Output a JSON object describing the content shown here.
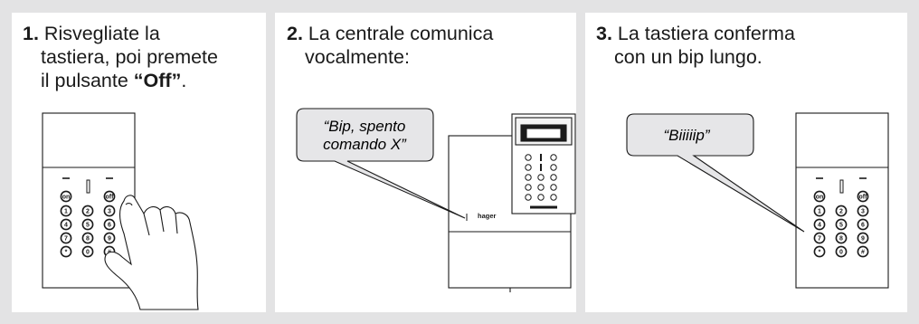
{
  "steps": [
    {
      "number": "1.",
      "lines": [
        "Risvegliate la",
        "tastiera, poi premete",
        "il pulsante "
      ],
      "keyword": "“Off”",
      "end": "."
    },
    {
      "number": "2.",
      "lines": [
        "La centrale comunica",
        "vocalmente:"
      ]
    },
    {
      "number": "3.",
      "lines": [
        "La tastiera conferma",
        "con un bip lungo."
      ]
    }
  ],
  "speech": {
    "central": [
      "“Bip, spento",
      "comando X”"
    ],
    "keypad": "“Biiiiip”"
  },
  "keypad_keys": {
    "top_left": "on",
    "top_right": "off",
    "digits": [
      "1",
      "2",
      "3",
      "4",
      "5",
      "6",
      "7",
      "8",
      "9",
      "*",
      "0",
      "#"
    ]
  },
  "brand_label": "hager",
  "colors": {
    "background": "#e3e3e4",
    "panel": "#ffffff",
    "bubble_fill": "#e6e6e8",
    "line": "#1a1a1a"
  }
}
